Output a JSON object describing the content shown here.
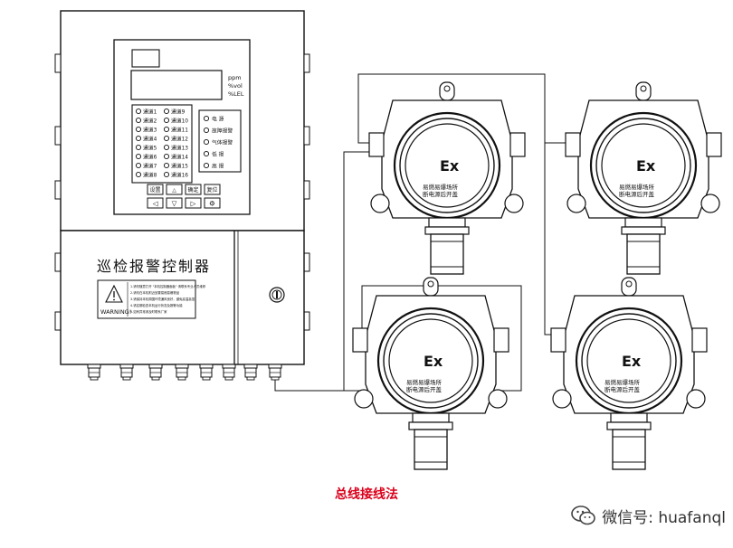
{
  "controller": {
    "title": "巡检报警控制器",
    "units": [
      "ppm",
      "%vol",
      "%LEL"
    ],
    "channels": [
      "通道1",
      "通道2",
      "通道3",
      "通道4",
      "通道5",
      "通道6",
      "通道7",
      "通道8",
      "通道9",
      "通道10",
      "通道11",
      "通道12",
      "通道13",
      "通道14",
      "通道15",
      "通道16"
    ],
    "status_lights": [
      "电 源",
      "故障报警",
      "气体报警",
      "低 报",
      "高 报"
    ],
    "buttons": [
      "设置",
      "△",
      "确定",
      "复位"
    ],
    "arrow_buttons": [
      "◁",
      "▽",
      "▷",
      "⚙"
    ],
    "warning_label": "WARNING!",
    "warning_lines": [
      "1.请勿随意打开 \"本机控制器面板\" 请联系专业人员维修",
      "2.请勿在本机附近放置易燃易爆物品",
      "3.请保持本机周围环境通风良好，避免高温高湿",
      "4.请定期检查本机运行状态及报警功能",
      "5.如有异常请及时联系厂家"
    ]
  },
  "detectors": [
    {
      "mark": "Ex",
      "line1": "易燃易爆场所",
      "line2": "断电源后开盖"
    },
    {
      "mark": "Ex",
      "line1": "易燃易爆场所",
      "line2": "断电源后开盖"
    },
    {
      "mark": "Ex",
      "line1": "易燃易爆场所",
      "line2": "断电源后开盖"
    },
    {
      "mark": "Ex",
      "line1": "易燃易爆场所",
      "line2": "断电源后开盖"
    }
  ],
  "caption": {
    "text": "总线接线法",
    "color": "#d9001b"
  },
  "watermark": {
    "text": "微信号: huafanql"
  },
  "icons": {
    "warning": "warning-triangle-icon",
    "lock": "keyhole-icon",
    "wechat": "wechat-logo-icon"
  }
}
